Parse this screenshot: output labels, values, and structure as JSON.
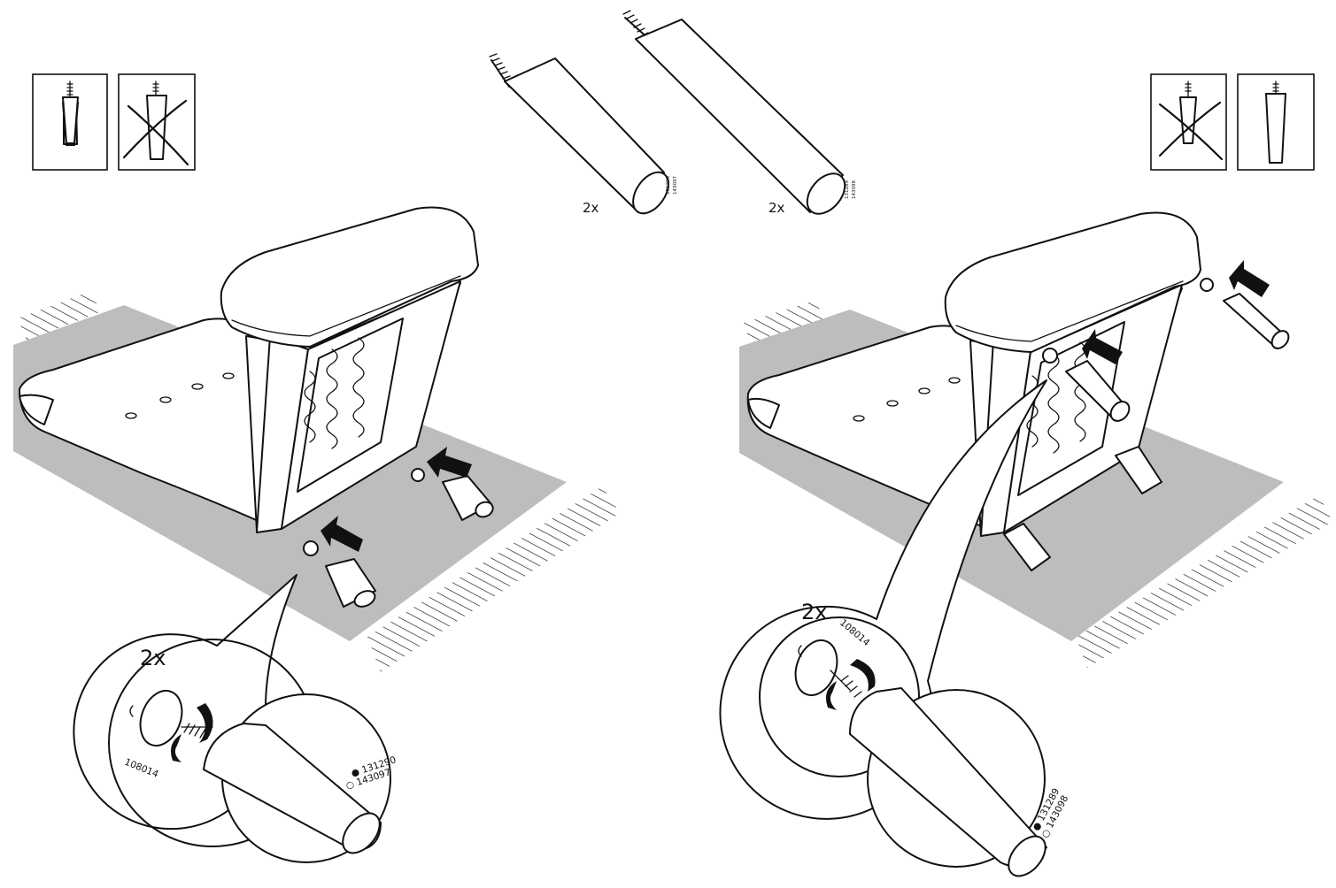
{
  "parts": {
    "short_leg": {
      "quantity_label": "2x",
      "code_filled": "131290",
      "code_outline": "143097"
    },
    "long_leg": {
      "quantity_label": "2x",
      "code_filled": "131289",
      "code_outline": "143098"
    },
    "washer": {
      "code": "108014"
    }
  },
  "left_step": {
    "detail_quantity": "2x",
    "washer_code": "108014",
    "leg_codes": [
      "● 131290",
      "○ 143097"
    ]
  },
  "right_step": {
    "detail_quantity": "2x",
    "washer_code": "108014",
    "leg_codes": [
      "● 131289",
      "○ 143098"
    ]
  },
  "orientation_guides": {
    "left": [
      "short-leg-correct",
      "long-leg-wrong"
    ],
    "right": [
      "short-leg-wrong",
      "long-leg-correct"
    ]
  },
  "colors": {
    "ink": "#111111",
    "floor": "#bdbdbd",
    "paper": "#ffffff"
  }
}
